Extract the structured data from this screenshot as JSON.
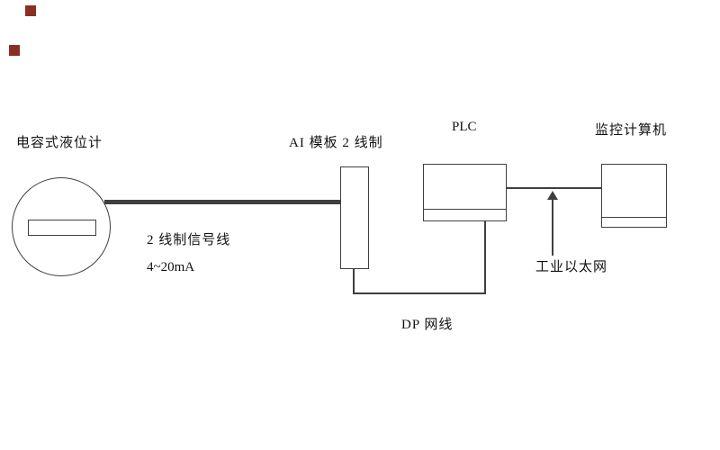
{
  "page": {
    "background": "#ffffff"
  },
  "markers": {
    "color": "#8b2e23"
  },
  "colors": {
    "line": "#3f3f3f",
    "text": "#111111"
  },
  "nodes": {
    "level_meter": {
      "label": "电容式液位计"
    },
    "ai_module": {
      "label": "AI 模板 2 线制"
    },
    "plc": {
      "label": "PLC"
    },
    "computer": {
      "label": "监控计算机"
    }
  },
  "connections": {
    "signal_line": {
      "label": "2 线制信号线",
      "sublabel": "4~20mA"
    },
    "dp_cable": {
      "label": "DP 网线"
    },
    "ethernet": {
      "label": "工业以太网"
    }
  }
}
